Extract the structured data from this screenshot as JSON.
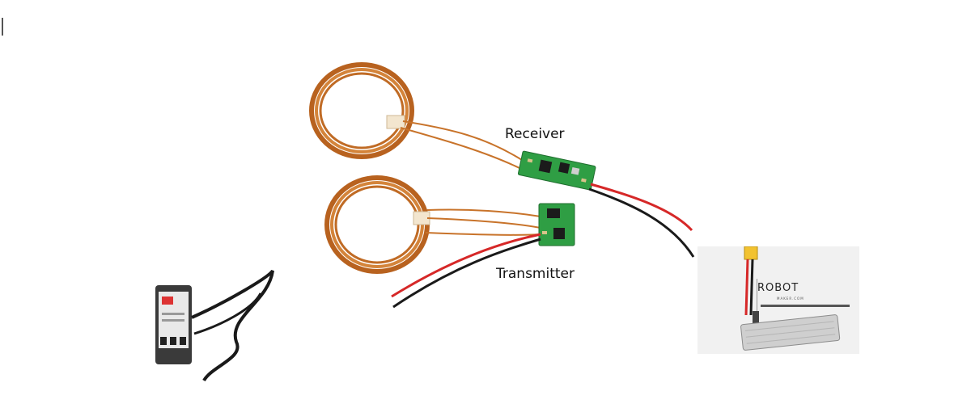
{
  "labels": {
    "receiver": "Receiver",
    "transmitter": "Transmitter"
  },
  "battery_brand": {
    "name": "ROBOT",
    "sub": "MAKER.COM"
  },
  "colors": {
    "background": "#ffffff",
    "coil_copper": "#c8732a",
    "pcb_green": "#2f9e44",
    "wire_red": "#d62828",
    "wire_black": "#1a1a1a"
  },
  "icons": [
    "copper-coil",
    "pcb-module",
    "lipo-battery",
    "wall-charger"
  ]
}
